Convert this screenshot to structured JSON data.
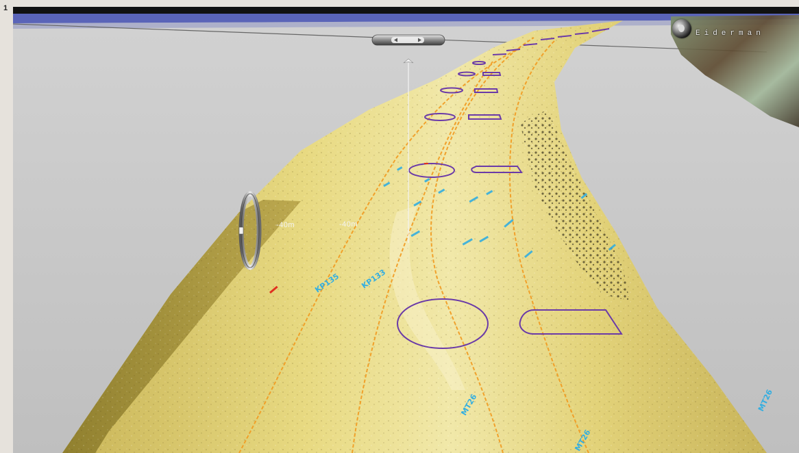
{
  "figure": {
    "number": "1"
  },
  "viewer": {
    "brand_label": "Eiderman",
    "depth_labels": [
      "-40m",
      "-40m"
    ],
    "survey_labels": [
      "KP135",
      "KP133",
      "MT26",
      "MT26",
      "MT26"
    ],
    "colors": {
      "background": "#c6c6c6",
      "sky_band": "#5a64b8",
      "seabed": "#e2d478",
      "seabed_dark": "#8c7a2a",
      "contour_line": "#f29a1f",
      "outline": "#6a3aa8",
      "label": "#33aee0",
      "marker_red": "#e03020"
    },
    "icons": [
      "navigation-ball-icon",
      "camera-capsule-icon",
      "rotation-ring-icon",
      "target-arrow-icon"
    ]
  }
}
